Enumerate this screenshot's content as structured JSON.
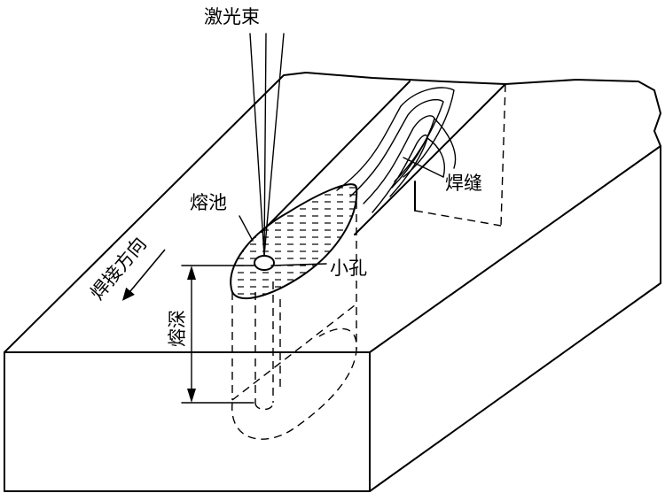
{
  "labels": {
    "laser_beam": "激光束",
    "weld_seam": "焊缝",
    "molten_pool": "熔池",
    "keyhole": "小孔",
    "welding_direction": "焊接方向",
    "penetration_depth": "熔深"
  }
}
